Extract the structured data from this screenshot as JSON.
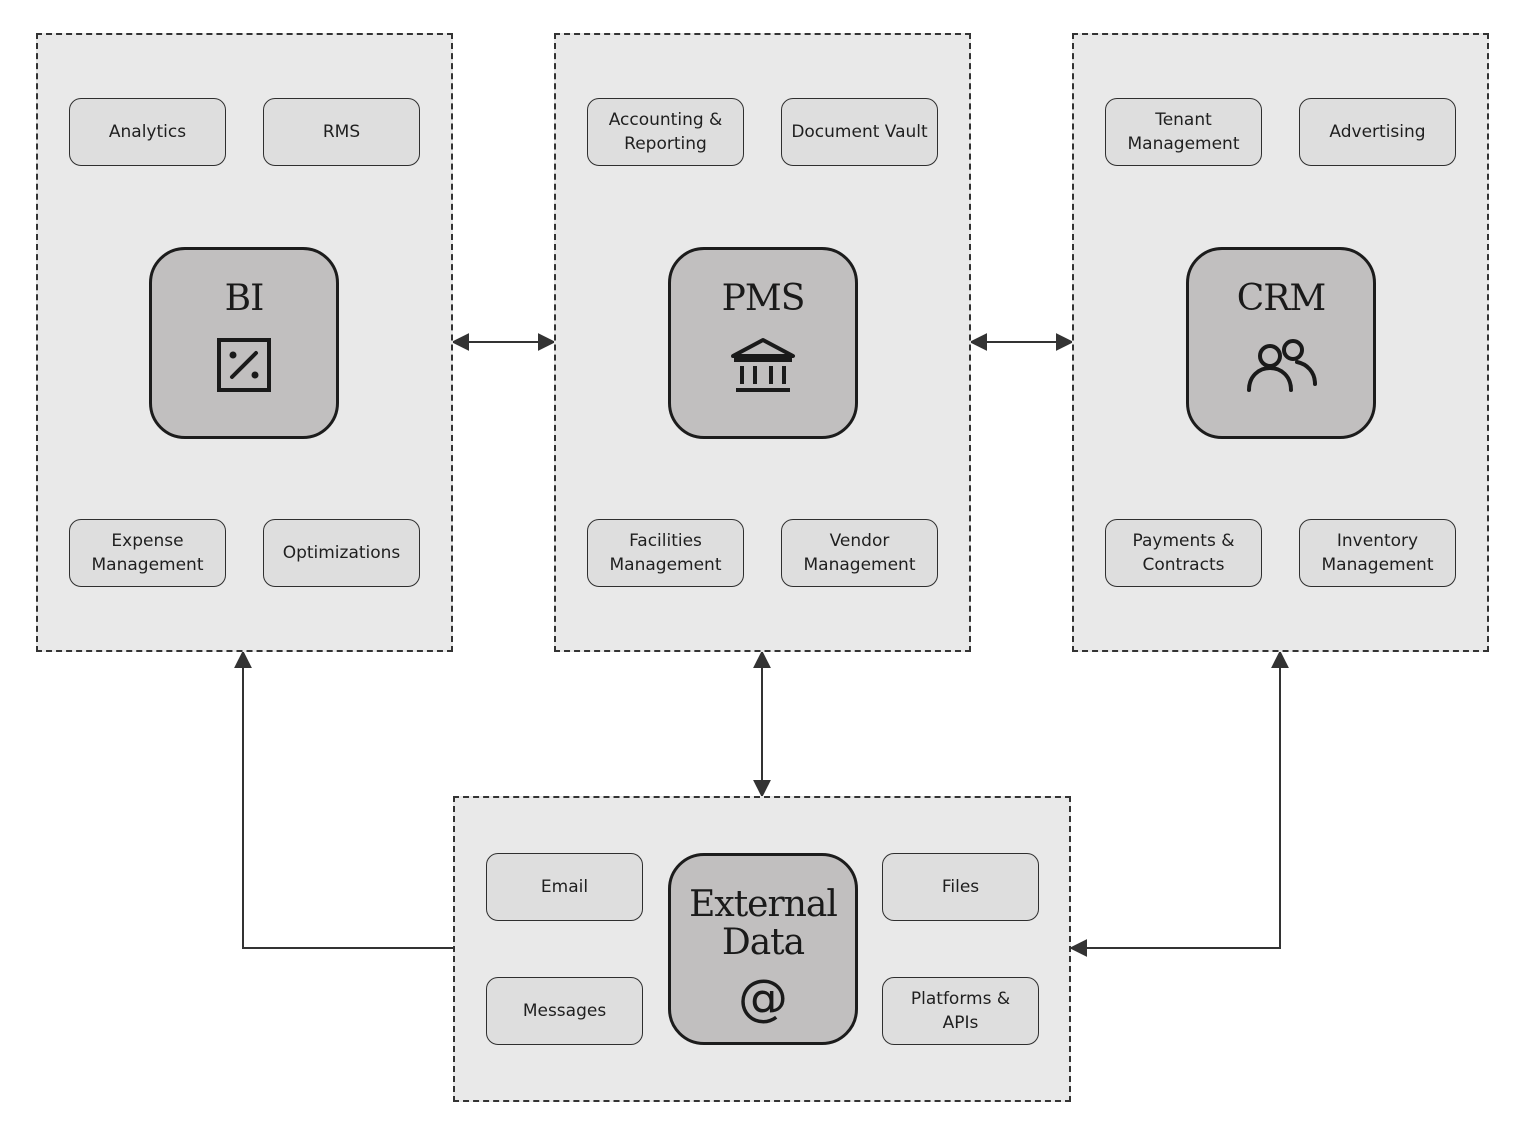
{
  "modules": {
    "bi": {
      "title": "BI",
      "icon": "percent-square-icon",
      "items": [
        "Analytics",
        "RMS",
        "Expense\nManagement",
        "Optimizations"
      ]
    },
    "pms": {
      "title": "PMS",
      "icon": "bank-building-icon",
      "items": [
        "Accounting &\nReporting",
        "Document Vault",
        "Facilities\nManagement",
        "Vendor\nManagement"
      ]
    },
    "crm": {
      "title": "CRM",
      "icon": "users-icon",
      "items": [
        "Tenant\nManagement",
        "Advertising",
        "Payments &\nContracts",
        "Inventory\nManagement"
      ]
    },
    "external": {
      "title": "External\nData",
      "icon": "at-sign-icon",
      "items": [
        "Email",
        "Messages",
        "Files",
        "Platforms &\nAPIs"
      ]
    }
  },
  "colors": {
    "panel_bg": "#e9e9e9",
    "pill_bg": "#dedede",
    "hub_bg": "#c1bfbf",
    "stroke": "#333333"
  }
}
